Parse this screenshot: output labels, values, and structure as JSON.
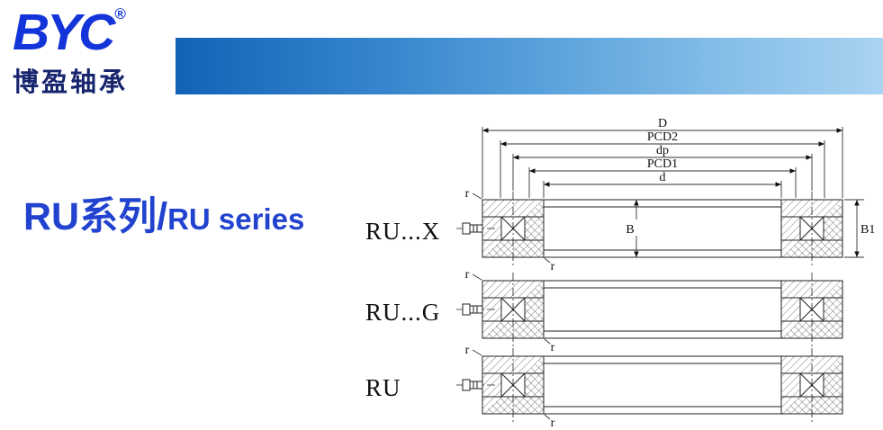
{
  "logo": {
    "name": "BYC",
    "registered_mark": "®",
    "company_cn": "博盈轴承"
  },
  "colors": {
    "brand_blue": "#1334d8",
    "title_blue": "#2143cf",
    "banner_gradient_start": "#1263b8",
    "banner_gradient_end": "#a9d3f1",
    "line_color": "#222222"
  },
  "title": {
    "cn_part": "RU系列/",
    "en_part": "RU series"
  },
  "variants": [
    {
      "label": "RU...X"
    },
    {
      "label": "RU...G"
    },
    {
      "label": "RU"
    }
  ],
  "dimension_labels": {
    "top": [
      "D",
      "PCD2",
      "dp",
      "PCD1",
      "d"
    ],
    "width_inner": "B",
    "width_outer": "B1",
    "fillet": "r"
  }
}
